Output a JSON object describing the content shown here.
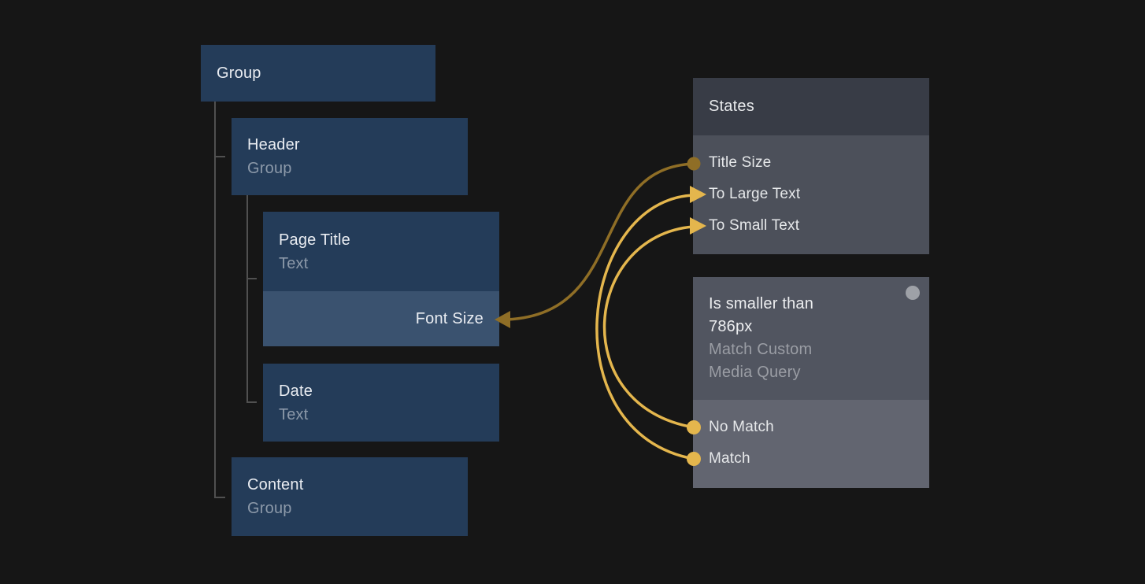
{
  "canvas": {
    "background": "#161616"
  },
  "tree": {
    "nodes": [
      {
        "title": "Group",
        "subtitle": ""
      },
      {
        "title": "Header",
        "subtitle": "Group"
      },
      {
        "title": "Page Title",
        "subtitle": "Text",
        "override_label": "Font Size"
      },
      {
        "title": "Date",
        "subtitle": "Text"
      },
      {
        "title": "Content",
        "subtitle": "Group"
      }
    ]
  },
  "states_panel": {
    "title": "States",
    "items": [
      {
        "label": "Title Size"
      },
      {
        "label": "To Large Text"
      },
      {
        "label": "To Small Text"
      }
    ]
  },
  "condition_panel": {
    "title_line1": "Is smaller than",
    "title_line2": "786px",
    "subtitle_line1": "Match Custom",
    "subtitle_line2": "Media Query",
    "outputs": [
      {
        "label": "No Match"
      },
      {
        "label": "Match"
      }
    ]
  },
  "edges": [
    {
      "from": "Title Size",
      "to": "Font Size"
    },
    {
      "from": "Match",
      "to": "To Large Text"
    },
    {
      "from": "No Match",
      "to": "To Small Text"
    }
  ],
  "colors": {
    "background": "#161616",
    "node_blue": "#243C59",
    "node_blue_light": "#3A526F",
    "panel_header": "#383C46",
    "panel_body": "#4C505A",
    "cond_top": "#515560",
    "cond_bottom": "#626570",
    "text_primary": "#EAEDF2",
    "text_secondary_blue": "#8C99A9",
    "text_secondary_gray": "#9A9DA4",
    "tree_line": "#505050",
    "gold_dark": "#8F6E26",
    "gold_bright": "#E4B64D",
    "dot_gray": "#9EA1A7"
  }
}
